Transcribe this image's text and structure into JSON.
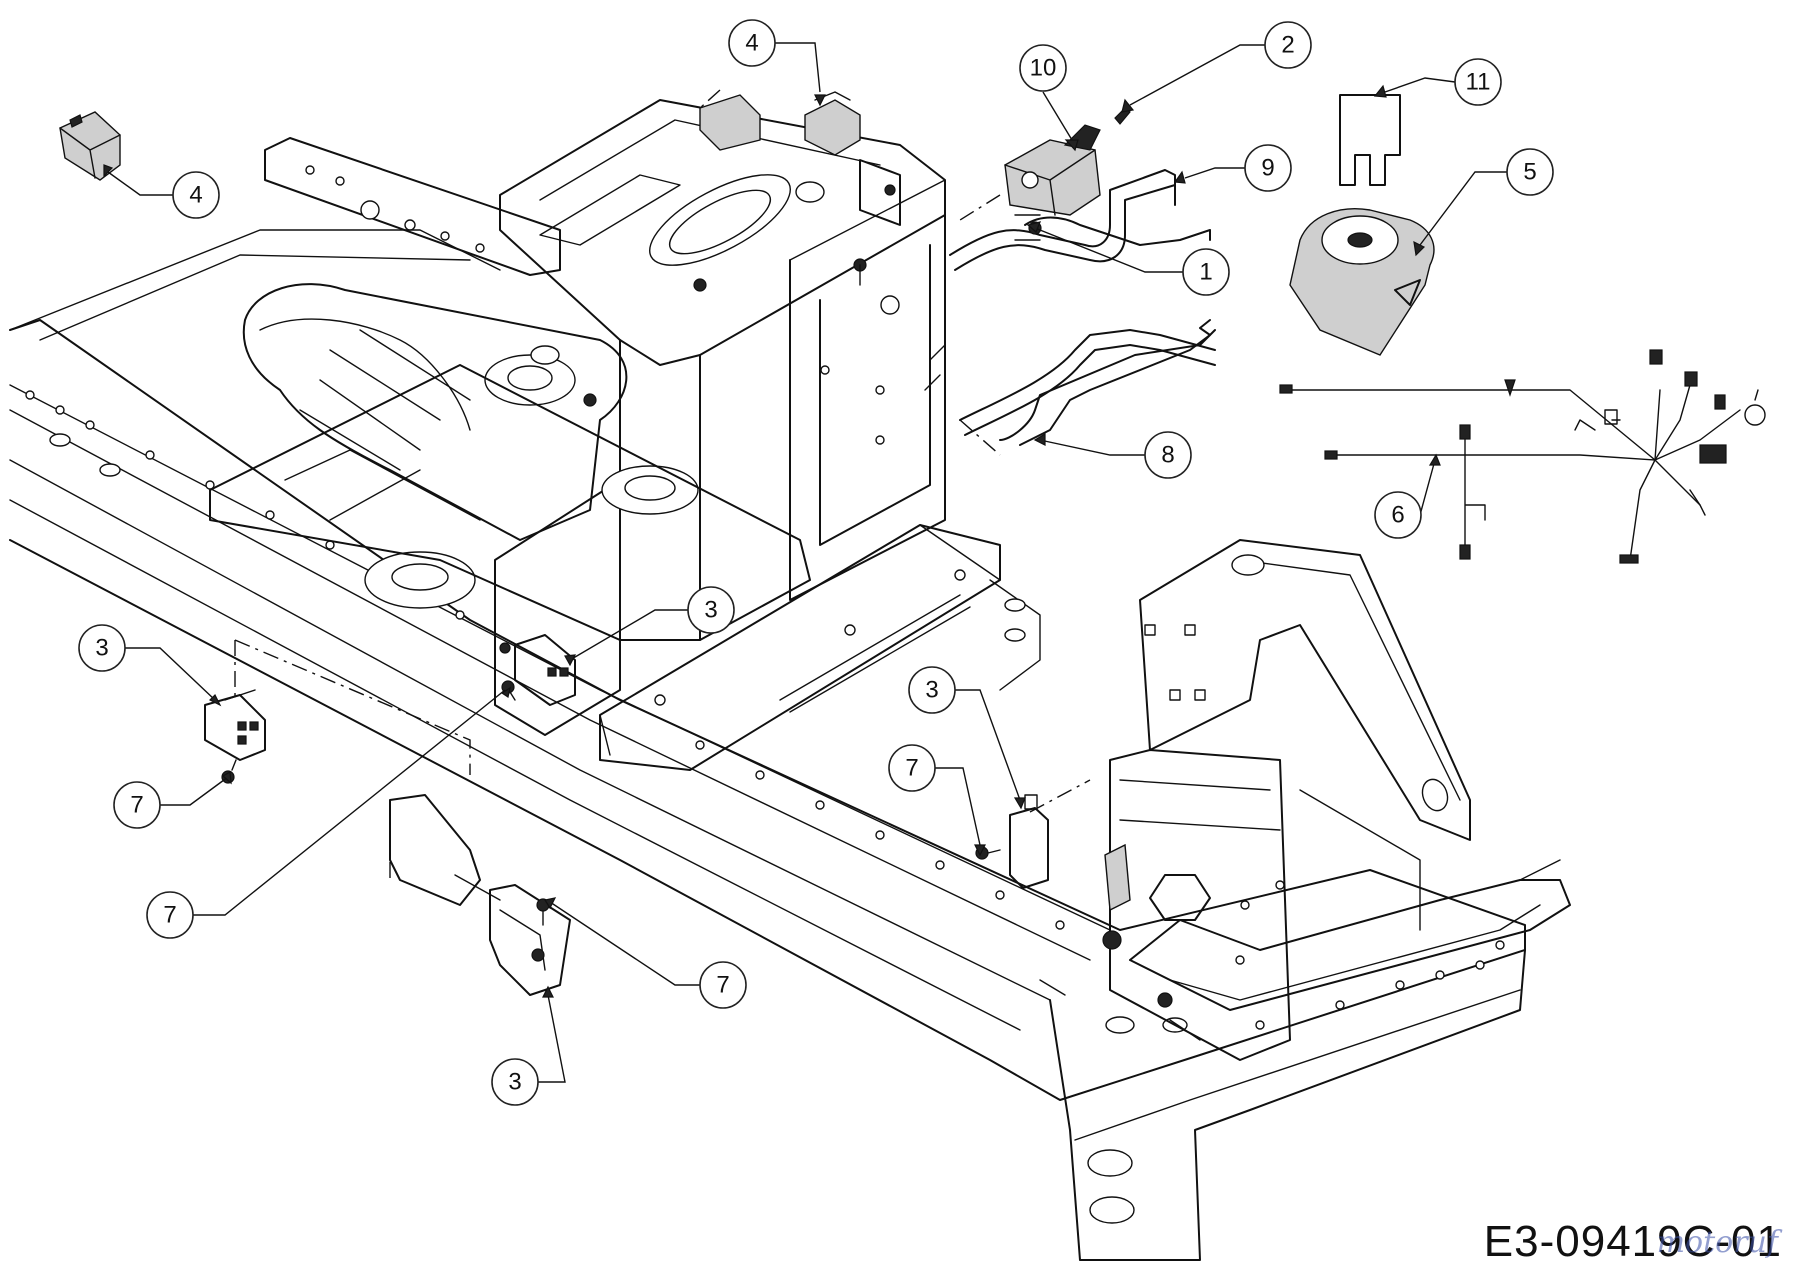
{
  "diagram_code": "E3-09419C-01",
  "watermark": "motoruf",
  "callouts": [
    {
      "label": "1"
    },
    {
      "label": "2"
    },
    {
      "label": "3"
    },
    {
      "label": "3"
    },
    {
      "label": "3"
    },
    {
      "label": "3"
    },
    {
      "label": "4"
    },
    {
      "label": "4"
    },
    {
      "label": "5"
    },
    {
      "label": "6"
    },
    {
      "label": "7"
    },
    {
      "label": "7"
    },
    {
      "label": "7"
    },
    {
      "label": "7"
    },
    {
      "label": "8"
    },
    {
      "label": "9"
    },
    {
      "label": "10"
    },
    {
      "label": "11"
    }
  ]
}
